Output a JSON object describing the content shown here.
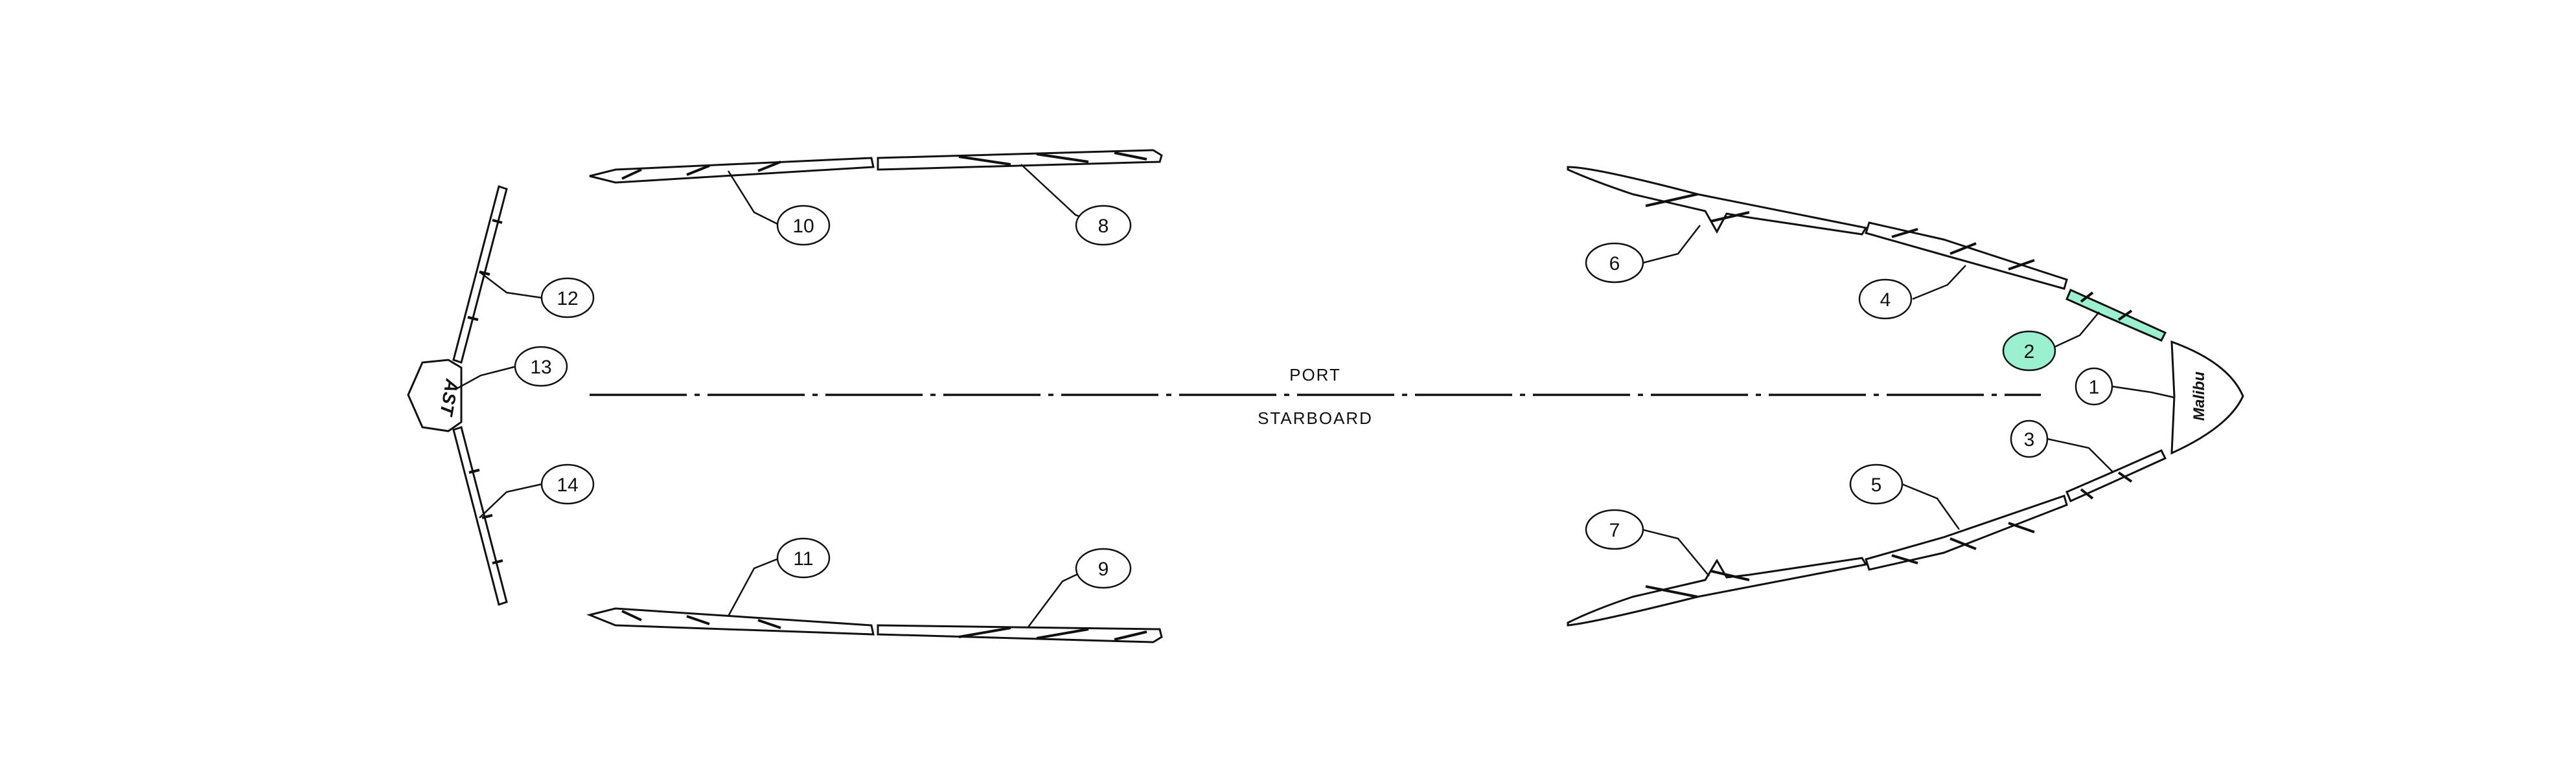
{
  "diagram": {
    "port_label": "PORT",
    "starboard_label": "STARBOARD",
    "swim_platform_logo": "AST",
    "bow_logo": "Malibu",
    "selected_part": "2",
    "highlight_color": "#9af0cf",
    "callouts": [
      {
        "id": "1",
        "label": "1"
      },
      {
        "id": "2",
        "label": "2"
      },
      {
        "id": "3",
        "label": "3"
      },
      {
        "id": "4",
        "label": "4"
      },
      {
        "id": "5",
        "label": "5"
      },
      {
        "id": "6",
        "label": "6"
      },
      {
        "id": "7",
        "label": "7"
      },
      {
        "id": "8",
        "label": "8"
      },
      {
        "id": "9",
        "label": "9"
      },
      {
        "id": "10",
        "label": "10"
      },
      {
        "id": "11",
        "label": "11"
      },
      {
        "id": "12",
        "label": "12"
      },
      {
        "id": "13",
        "label": "13"
      },
      {
        "id": "14",
        "label": "14"
      }
    ]
  }
}
